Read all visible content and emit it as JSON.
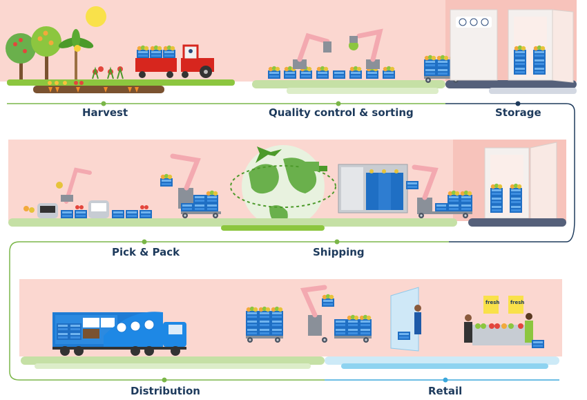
{
  "stages": {
    "harvest": "Harvest",
    "quality": "Quality control & sorting",
    "storage": "Storage",
    "pick_pack": "Pick & Pack",
    "shipping": "Shipping",
    "distribution": "Distribution",
    "retail": "Retail"
  },
  "signs": {
    "sign_1": "fresh",
    "sign_2": "fresh"
  },
  "colors": {
    "band_bg": "#fbd7d0",
    "ground_green": "#8cc63f",
    "ground_green_light": "#c5e0a5",
    "ground_navy": "#55607a",
    "ground_blue": "#8ed3f0",
    "line_green": "#7ab648",
    "line_navy": "#1d3a5c",
    "line_blue": "#3aa7dc",
    "crate_blue": "#1f6fc4",
    "robot_arm": "#f3a9b0",
    "robot_base": "#8a9099",
    "truck_blue": "#1e7bd4",
    "truck_cab": "#1e88e5",
    "tractor_red": "#d7261e",
    "globe_green": "#6ab04c"
  }
}
